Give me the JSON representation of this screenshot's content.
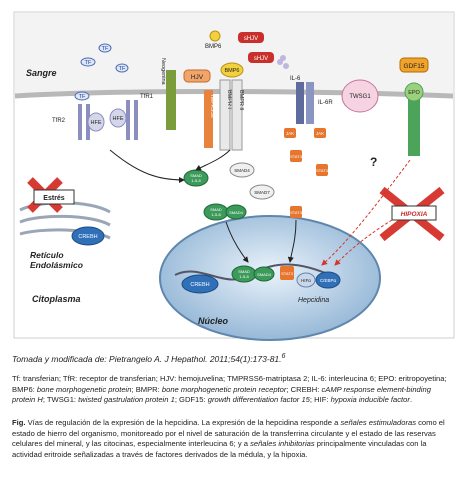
{
  "diagram": {
    "region_labels": {
      "blood": "Sangre",
      "er": "Retículo\nEndolásmico",
      "cytoplasm": "Citoplasma",
      "nucleus": "Núcleo",
      "hepcidin": "Hepcidina"
    },
    "top_molecules": {
      "tf1": "TF",
      "tf2": "TF",
      "tf3": "TF",
      "tf4": "TF",
      "bmp6_label": "BMP6",
      "bmp6_node": "BMP6",
      "shjv1": "sHJV",
      "shjv2": "sHJV",
      "il6": "IL-6",
      "tfr2": "TfR2",
      "tfr1": "TfR1",
      "hfe1": "HFE",
      "hfe2": "HFE",
      "neogenin": "Neogenina",
      "hjv": "HJV",
      "tmprss6": "TMPRSS6",
      "bmpr1": "BMPR I",
      "bmpr2": "BMPR II",
      "il6r": "IL-6R",
      "twsg1": "TWSG1",
      "gdf15": "GDF15",
      "epo": "EPO"
    },
    "signaling": {
      "jak1": "JAK",
      "jak2": "JAK",
      "stat3a": "STAT3",
      "stat3b": "STAT3",
      "stat3c": "STAT3",
      "smad4": "SMAD4",
      "smad7": "SMAD7",
      "smad_a": "SMAD\n1-5-8",
      "smad_b": "SMAD\n1-5-8",
      "smad4b": "SMAD4",
      "smad_n": "SMAD\n1-5-8",
      "smad4n": "SMAD4",
      "stat3n": "STAT3",
      "hifa": "HIFα",
      "cebpa": "C/EBPα",
      "creb1": "CREBH",
      "creb2": "CREBH",
      "question": "?"
    },
    "stress": {
      "estres": "Estrés",
      "hipoxia": "HIPOXIA"
    }
  },
  "captions": {
    "source_prefix": "Tomada y modificada de: ",
    "source_body": "Pietrangelo A. J Hepathol. 2011;54(1):173-81.",
    "source_ref": "6",
    "abbrev_a": "Tf: transferian; TfR: receptor de transferian; HJV: hemojuvelina; TMPRSS6-matriptasa 2; IL-6: interleucina 6; EPO: eritropoyetina; BMP6: ",
    "abbrev_b": "bone morphogenetic protein",
    "abbrev_c": "; BMPR: ",
    "abbrev_d": "bone morphogenetic protein receptor",
    "abbrev_e": "; CREBH: ",
    "abbrev_f": "cAMP response element-binding protein H",
    "abbrev_g": "; TWSG1: ",
    "abbrev_h": "twisted gastrulation protein 1",
    "abbrev_i": "; GDF15: ",
    "abbrev_j": "growth differentiation factor 15",
    "abbrev_k": "; HIF: ",
    "abbrev_l": "hypoxia inducible factor",
    "abbrev_m": ".",
    "fig_label": "Fig.",
    "fig_a": " Vías de regulación de la expresión de la hepcidina. La expresión de la hepcidina responde a ",
    "fig_b": "señales estimuladoras",
    "fig_c": " como el estado de hierro del organismo, monitoreado por el nivel de saturación de la transferrina circulante y el estado de las reservas celulares del mineral, y las citocinas, especialmente interleucina 6; y a ",
    "fig_d": "señales inhibitorias",
    "fig_e": " principalmente vinculadas con la actividad eritroide señalizadas a través de factores derivados de la médula, y la hipoxia."
  }
}
